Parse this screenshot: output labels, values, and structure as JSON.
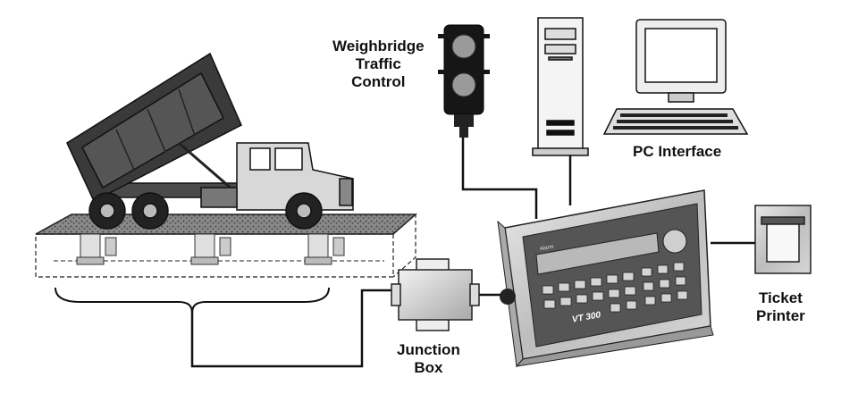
{
  "labels": {
    "traffic_control": [
      "Weighbridge",
      "Traffic",
      "Control"
    ],
    "pc_interface": "PC Interface",
    "ticket_printer": [
      "Ticket",
      "Printer"
    ],
    "junction_box": [
      "Junction",
      "Box"
    ]
  },
  "indicator": {
    "model": "VT 300",
    "small_label": "Alarm"
  },
  "colors": {
    "line": "#111111",
    "indicator_body": "#cfcfcf",
    "indicator_panel": "#555555",
    "display": "#b9b9b9"
  }
}
